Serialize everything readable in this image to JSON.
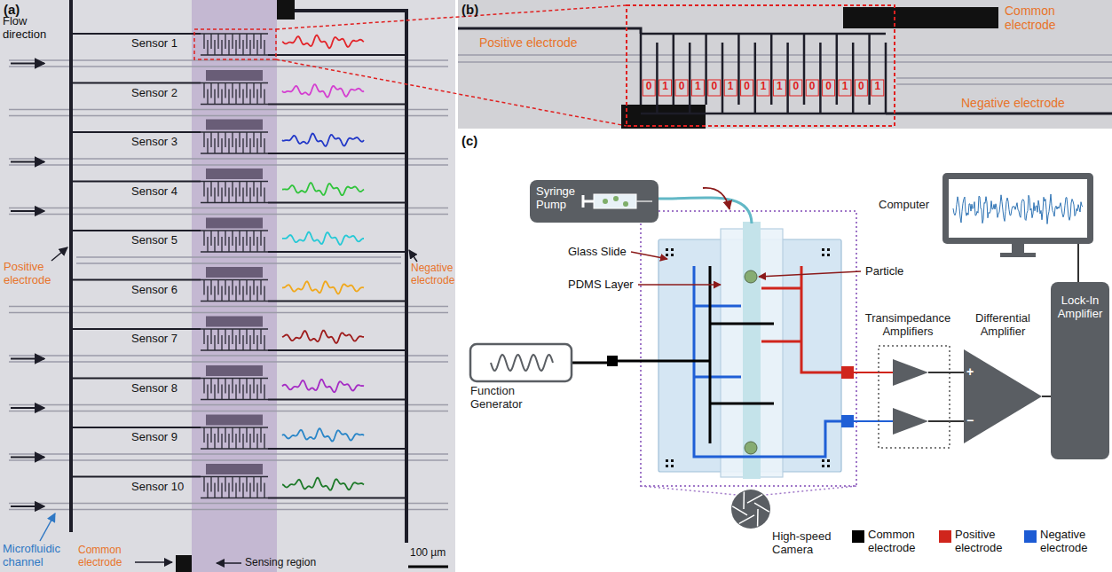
{
  "diagram": {
    "nodes": [
      {
        "text": [
          "Syringe Pump"
        ]
      },
      {
        "text": [
          "Function Generator"
        ]
      },
      {
        "text": [
          "Computer"
        ]
      },
      {
        "text": [
          "Transimpedance Amplifiers"
        ]
      },
      {
        "text": [
          "Differential Amplifier"
        ]
      },
      {
        "text": [
          "Lock-In Amplifier"
        ]
      },
      {
        "text": [
          "High-speed Camera"
        ]
      }
    ],
    "edges": [
      {
        "from": 3,
        "to": 4,
        "arrow": "none"
      },
      {
        "from": 4,
        "to": 5,
        "arrow": "none"
      },
      {
        "from": 5,
        "to": 2,
        "arrow": "none"
      }
    ],
    "labels": [
      "(a)",
      "Flow direction",
      "Sensor 1",
      "Sensor 2",
      "Sensor 3",
      "Sensor 4",
      "Sensor 5",
      "Sensor 6",
      "Sensor 7",
      "Sensor 8",
      "Sensor 9",
      "Sensor 10",
      "Positive electrode",
      "Negative electrode",
      "Microfluidic channel",
      "Common electrode",
      "Sensing region",
      "100 µm",
      "(b)",
      "Positive electrode",
      "Common electrode",
      "Negative electrode",
      "0",
      "1",
      "0",
      "1",
      "0",
      "1",
      "0",
      "1",
      "1",
      "0",
      "0",
      "0",
      "1",
      "0",
      "1",
      "(c)",
      "Glass Slide",
      "PDMS Layer",
      "Particle",
      "+",
      "−"
    ],
    "legend": [
      {
        "text": "Common electrode",
        "color": "#000000"
      },
      {
        "text": "Positive electrode",
        "color": "#d0251c"
      },
      {
        "text": "Negative electrode",
        "color": "#1c5bd4"
      }
    ]
  }
}
